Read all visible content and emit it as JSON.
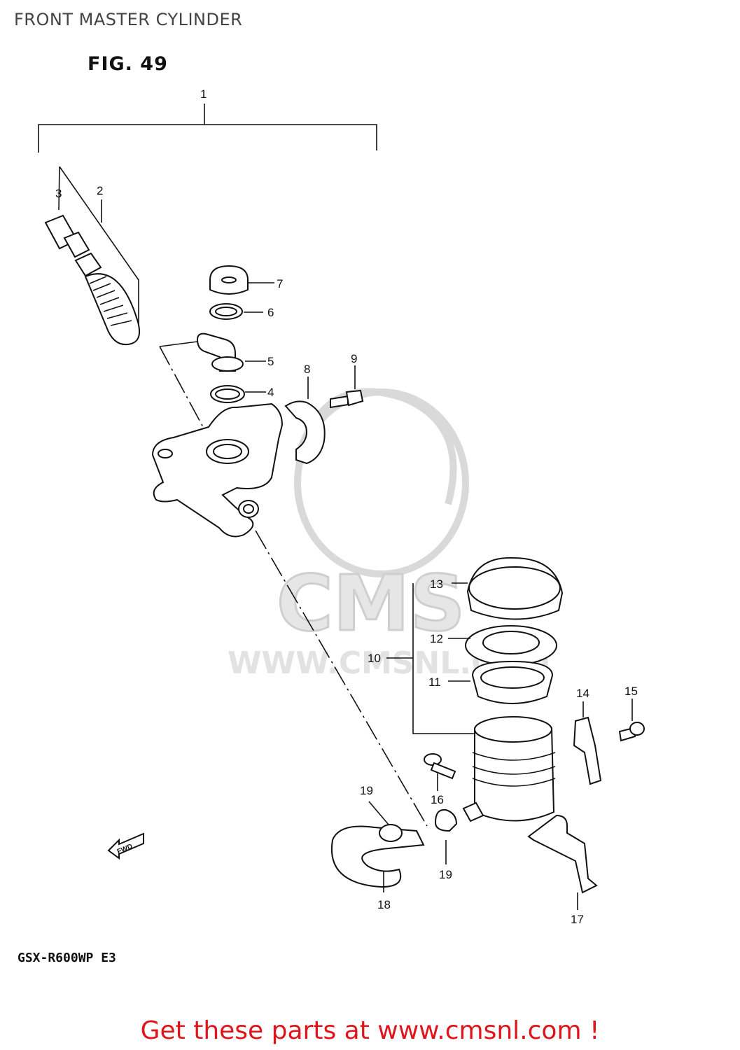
{
  "page": {
    "title": "FRONT MASTER CYLINDER",
    "figure_label": "FIG. 49",
    "model_code": "GSX-R600WP  E3",
    "footer_link": "Get these parts at www.cmsnl.com !"
  },
  "watermark": {
    "brand": "CMS",
    "url": "WWW.CMSNL.COM"
  },
  "fwd_arrow": "FWD",
  "callouts": [
    "1",
    "2",
    "3",
    "4",
    "5",
    "6",
    "7",
    "8",
    "9",
    "10",
    "11",
    "12",
    "13",
    "14",
    "15",
    "16",
    "17",
    "18",
    "19",
    "19"
  ]
}
